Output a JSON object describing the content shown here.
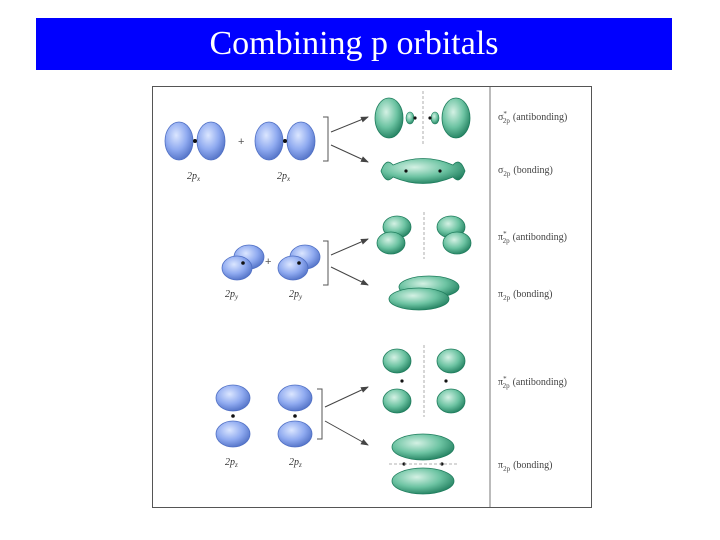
{
  "header": {
    "title": "Combining p orbitals"
  },
  "figure": {
    "colors": {
      "atomic": "#7f9fe0",
      "molecular": "#3aa080",
      "frame": "#555555"
    },
    "plus_sign": "+",
    "rows": [
      {
        "left_label": "2p",
        "left_sub": "x",
        "right_label": "2p",
        "right_sub": "x",
        "antibonding": {
          "symbol": "σ",
          "star": "*",
          "sub": "2p",
          "text": "(antibonding)"
        },
        "bonding": {
          "symbol": "σ",
          "sub": "2p",
          "text": "(bonding)"
        }
      },
      {
        "left_label": "2p",
        "left_sub": "y",
        "right_label": "2p",
        "right_sub": "y",
        "antibonding": {
          "symbol": "π",
          "star": "*",
          "sub": "2p",
          "text": "(antibonding)"
        },
        "bonding": {
          "symbol": "π",
          "sub": "2p",
          "text": "(bonding)"
        }
      },
      {
        "left_label": "2p",
        "left_sub": "z",
        "right_label": "2p",
        "right_sub": "z",
        "antibonding": {
          "symbol": "π",
          "star": "*",
          "sub": "2p",
          "text": "(antibonding)"
        },
        "bonding": {
          "symbol": "π",
          "sub": "2p",
          "text": "(bonding)"
        }
      }
    ]
  }
}
